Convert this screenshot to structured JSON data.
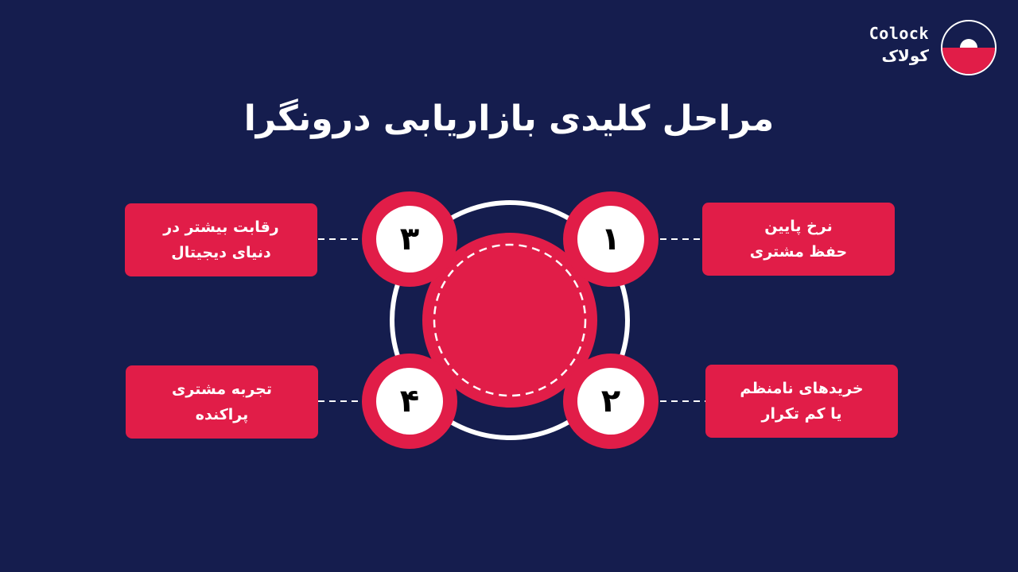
{
  "brand": {
    "latin": "Colock",
    "farsi": "کولاک"
  },
  "title": "مراحل کلیدی بازاریابی درونگرا",
  "steps": [
    {
      "number": "۱",
      "line1": "نرخ پایین",
      "line2": "حفظ مشتری"
    },
    {
      "number": "۲",
      "line1": "خریدهای نامنظم",
      "line2": "یا کم تکرار"
    },
    {
      "number": "۳",
      "line1": "رقابت بیشتر در",
      "line2": "دنیای دیجیتال"
    },
    {
      "number": "۴",
      "line1": "تجربه مشتری",
      "line2": "پراکنده"
    }
  ],
  "colors": {
    "background": "#151d4e",
    "accent": "#e11d48",
    "white": "#ffffff"
  }
}
